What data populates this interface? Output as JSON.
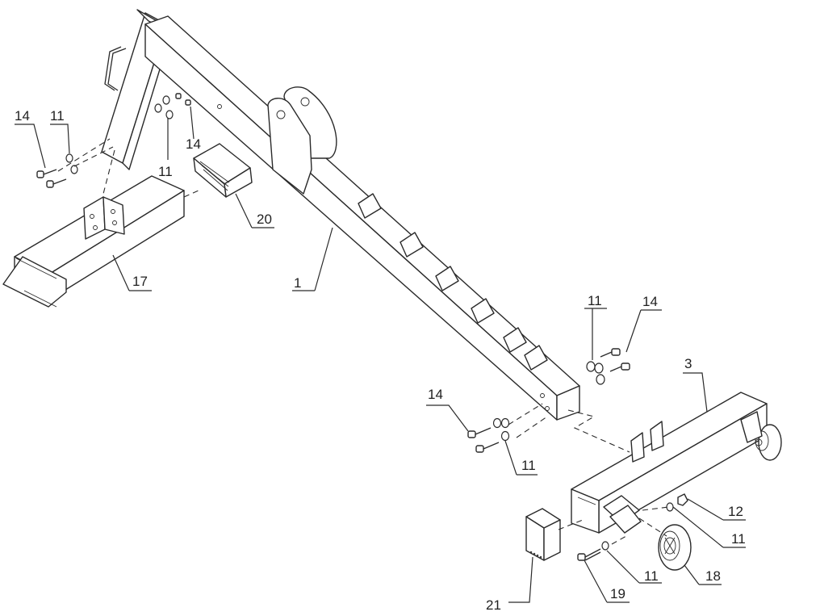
{
  "callouts": {
    "c1": "1",
    "c3": "3",
    "c11a": "11",
    "c11b": "11",
    "c11c": "11",
    "c11d": "11",
    "c11e": "11",
    "c11f": "11",
    "c12": "12",
    "c14a": "14",
    "c14b": "14",
    "c14c": "14",
    "c14d": "14",
    "c17": "17",
    "c18": "18",
    "c19": "19",
    "c20": "20",
    "c21": "21"
  },
  "colors": {
    "ink": "#2a2a2a",
    "paper": "#ffffff"
  }
}
